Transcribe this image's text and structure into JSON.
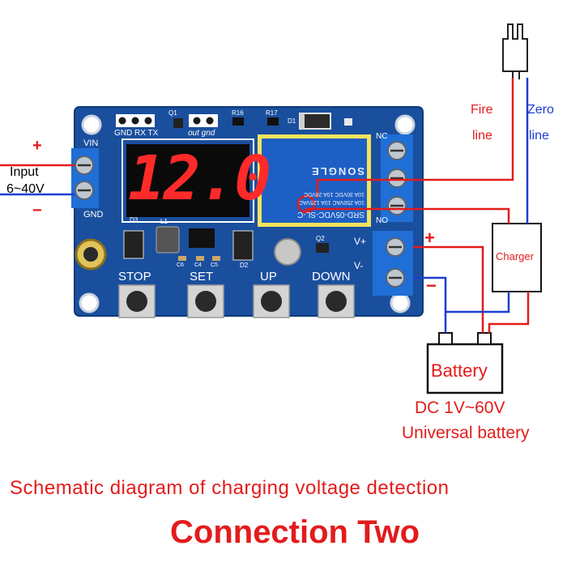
{
  "board": {
    "header_pins": "GND RX TX",
    "q1": "Q1",
    "out_gnd": "out gnd",
    "r16": "R16",
    "r17": "R17",
    "d1": "D1",
    "display_value": "12.0",
    "vin": "VIN",
    "gnd": "GND",
    "nc": "NC",
    "no": "NO",
    "vplus": "V+",
    "vminus": "V-",
    "d3": "D3",
    "l1": "L1",
    "d2": "D2",
    "q2": "Q2",
    "c6": "C6",
    "c4": "C4",
    "c5": "C5",
    "stop": "STOP",
    "set": "SET",
    "up": "UP",
    "down": "DOWN",
    "relay_model": "SRD-05VDC-SL-C",
    "relay_brand": "SONGLE",
    "relay_spec1": "10A 250VAC 10A 125VAC",
    "relay_spec2": "10A 30VDC 10A 28VDC"
  },
  "input": {
    "plus": "+",
    "minus": "−",
    "label_line1": "Input",
    "label_line2": "6~40V"
  },
  "mains": {
    "fire_line1": "Fire",
    "fire_line2": "line",
    "zero_line1": "Zero",
    "zero_line2": "line"
  },
  "charger": {
    "label": "Charger",
    "plus": "+",
    "minus": "−"
  },
  "battery": {
    "label": "Battery",
    "spec_line1": "DC 1V~60V",
    "spec_line2": "Universal battery"
  },
  "caption": {
    "subtitle": "Schematic diagram of charging voltage detection",
    "title": "Connection Two"
  },
  "colors": {
    "pcb_blue": "#1a4f9e",
    "wire_red": "#e31b1b",
    "wire_blue": "#1b3fd1",
    "terminal_blue": "#1f6fd6",
    "relay_blue": "#1d5fc4",
    "display_red": "#ff2a2a"
  }
}
